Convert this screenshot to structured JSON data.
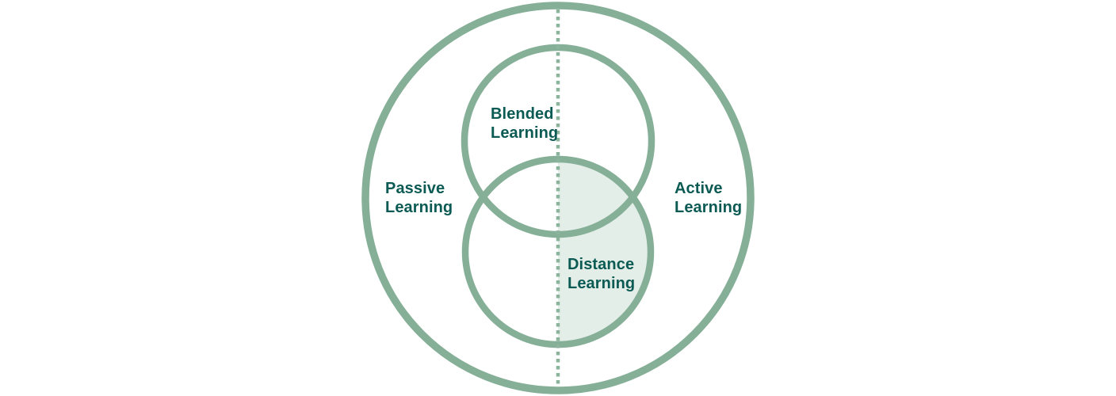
{
  "diagram": {
    "type": "venn",
    "labels": {
      "passive": "Passive\nLearning",
      "blended": "Blended\nLearning",
      "active": "Active\nLearning",
      "distance": "Distance\nLearning"
    },
    "regions": [
      {
        "name": "outer-circle",
        "left_half_label": "Passive Learning",
        "right_half_label": "Active Learning"
      },
      {
        "name": "upper-inner-circle",
        "label": "Blended Learning"
      },
      {
        "name": "lower-inner-circle",
        "label": "Distance Learning",
        "highlighted_part": "right half"
      }
    ],
    "colors": {
      "circle_stroke": "#86AF98",
      "divider": "#8CB49D",
      "shade_fill": "#E4EEE8",
      "label_text": "#0B5A53"
    }
  }
}
